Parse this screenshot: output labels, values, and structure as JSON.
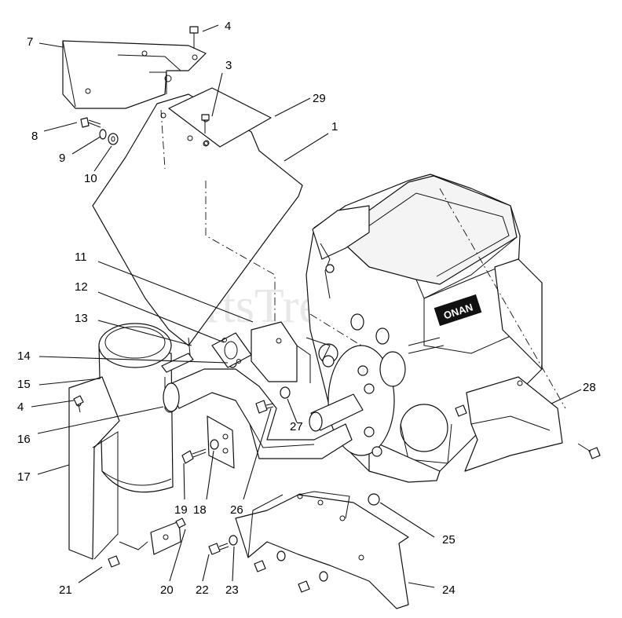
{
  "watermark": {
    "text": "PartsTree",
    "trademark": "TM"
  },
  "callouts": {
    "c1": "1",
    "c3": "3",
    "c4a": "4",
    "c4b": "4",
    "c7": "7",
    "c8": "8",
    "c9": "9",
    "c10": "10",
    "c11": "11",
    "c12": "12",
    "c13": "13",
    "c14": "14",
    "c15": "15",
    "c16": "16",
    "c17": "17",
    "c18": "18",
    "c19": "19",
    "c20": "20",
    "c21": "21",
    "c22": "22",
    "c23": "23",
    "c24": "24",
    "c25": "25",
    "c26": "26",
    "c27": "27",
    "c28": "28",
    "c29": "29"
  },
  "engine_badge": "ONAN"
}
